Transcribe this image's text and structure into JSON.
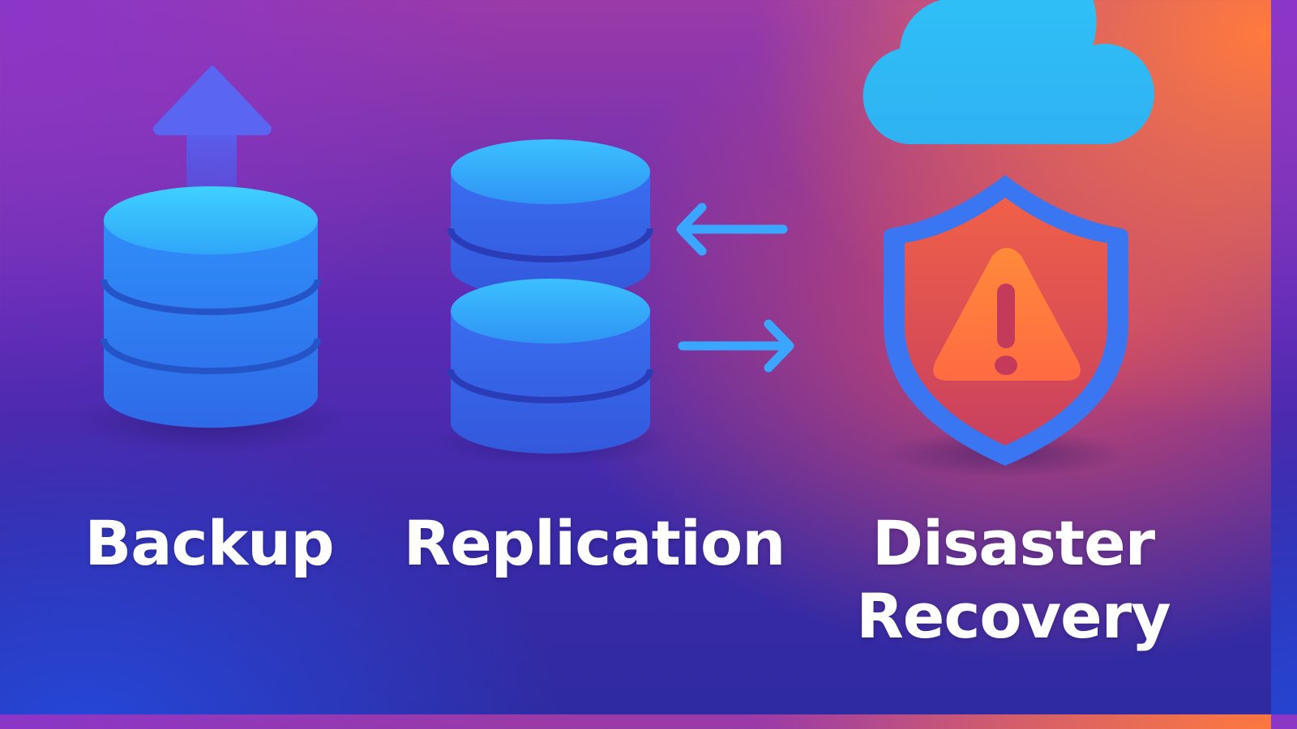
{
  "labels": {
    "backup": "Backup",
    "replication": "Replication",
    "disaster_line1": "Disaster",
    "disaster_line2": "Recovery"
  },
  "icons": {
    "backup": [
      "upload-arrow-icon",
      "database-icon"
    ],
    "replication": [
      "database-icon",
      "database-icon",
      "arrow-left-icon",
      "arrow-right-icon"
    ],
    "disaster_recovery": [
      "cloud-icon",
      "shield-icon",
      "warning-icon"
    ]
  },
  "colors": {
    "background_top_left": "#8a36c8",
    "background_top_right": "#ff7a3d",
    "background_bottom": "#2f2aa0",
    "database_top": "#38c2ff",
    "database_body": "#2f7cf0",
    "arrow": "#3aa0ff",
    "cloud": "#2fbdf5",
    "shield_outline": "#3d7ef5",
    "shield_fill": "#e8554e",
    "warning": "#ff7d3f",
    "text": "#ffffff"
  }
}
